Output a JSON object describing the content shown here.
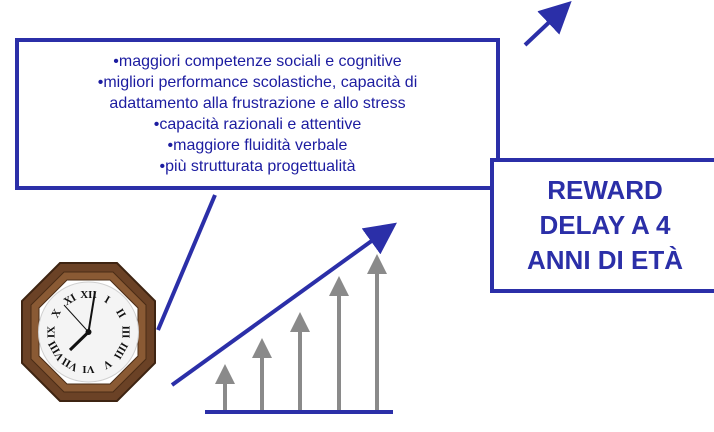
{
  "benefits": {
    "lines": [
      "•maggiori competenze sociali e cognitive",
      "•migliori performance scolastiche, capacità di",
      "adattamento alla frustrazione e allo stress",
      "•capacità razionali e attentive",
      "•maggiore fluidità verbale",
      "•più strutturata progettualità"
    ]
  },
  "reward": {
    "lines": [
      "REWARD",
      "DELAY A 4",
      "ANNI DI ETÀ"
    ]
  },
  "clock": {
    "numerals": [
      "XII",
      "I",
      "II",
      "III",
      "IIII",
      "V",
      "VI",
      "VII",
      "VIII",
      "IX",
      "X",
      "XI"
    ]
  },
  "colors": {
    "accent": "#2b2fa8",
    "text": "#1c1ca0",
    "bars": "#8a8a8a",
    "clock_frame": "#6b4226"
  }
}
